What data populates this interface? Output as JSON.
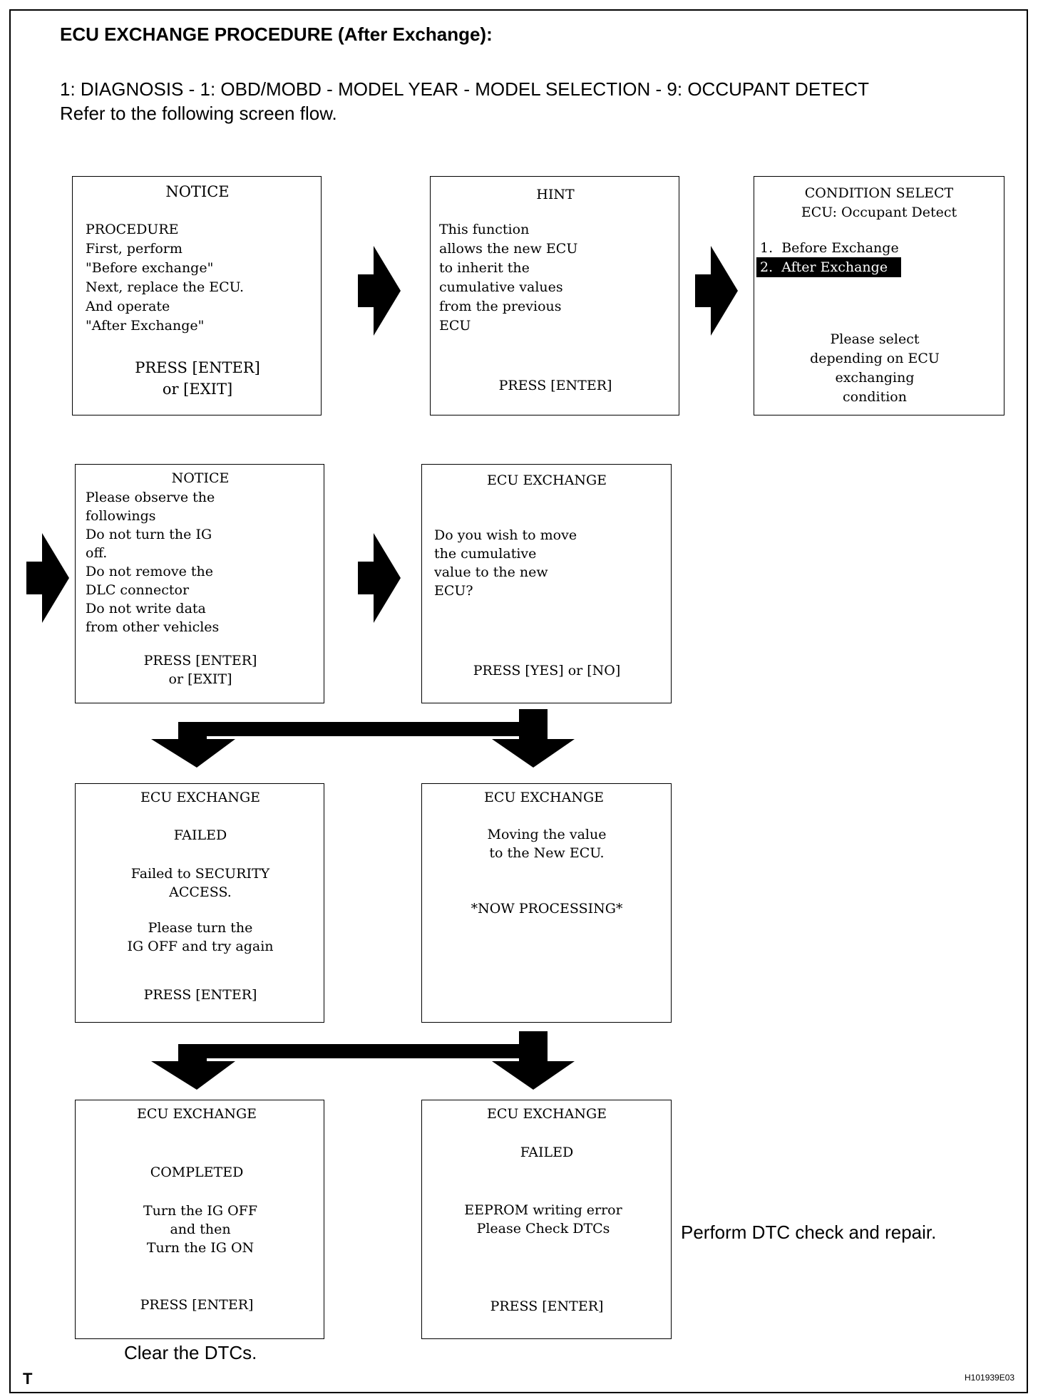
{
  "header": {
    "title": "ECU EXCHANGE PROCEDURE (After Exchange):",
    "path": "1: DIAGNOSIS - 1: OBD/MOBD - MODEL YEAR - MODEL SELECTION - 9: OCCUPANT DETECT",
    "refer": "Refer to the following screen flow."
  },
  "screens": {
    "notice1": {
      "title": "NOTICE",
      "lines": [
        "PROCEDURE",
        "First, perform",
        "\"Before exchange\"",
        "Next, replace the ECU.",
        "And operate",
        "\"After Exchange\""
      ],
      "press1": "PRESS [ENTER]",
      "press2": "or [EXIT]"
    },
    "hint": {
      "title": "HINT",
      "lines": [
        "This function",
        "allows the new ECU",
        "to inherit the",
        "cumulative values",
        "from the previous",
        "ECU"
      ],
      "press": "PRESS [ENTER]"
    },
    "condition": {
      "title1": "CONDITION SELECT",
      "title2": "ECU: Occupant Detect",
      "opt1": "1.  Before Exchange",
      "opt2": "2.  After Exchange",
      "foot": [
        "Please select",
        "depending on ECU",
        "exchanging",
        "condition"
      ]
    },
    "notice2": {
      "title": "NOTICE",
      "lines": [
        "Please observe the",
        "followings",
        "Do not turn the IG",
        "off.",
        "Do not remove the",
        "DLC connector",
        "Do not write data",
        "from other vehicles"
      ],
      "press1": "PRESS [ENTER]",
      "press2": "or [EXIT]"
    },
    "exchange_q": {
      "title": "ECU EXCHANGE",
      "lines": [
        "Do you wish to move",
        "the cumulative",
        "value to the new",
        "ECU?"
      ],
      "press": "PRESS [YES] or [NO]"
    },
    "failed_security": {
      "title": "ECU EXCHANGE",
      "status": "FAILED",
      "msg1": "Failed to SECURITY",
      "msg2": "ACCESS.",
      "msg3": "Please turn the",
      "msg4": "IG OFF and try again",
      "press": "PRESS [ENTER]"
    },
    "processing": {
      "title": "ECU EXCHANGE",
      "msg1": "Moving the value",
      "msg2": "to the New ECU.",
      "msg3": "*NOW PROCESSING*"
    },
    "completed": {
      "title": "ECU EXCHANGE",
      "status": "COMPLETED",
      "msg1": "Turn the IG OFF",
      "msg2": "and then",
      "msg3": "Turn the IG ON",
      "press": "PRESS [ENTER]"
    },
    "failed_eeprom": {
      "title": "ECU EXCHANGE",
      "status": "FAILED",
      "msg1": "EEPROM writing error",
      "msg2": "Please Check DTCs",
      "press": "PRESS [ENTER]"
    }
  },
  "notes": {
    "perform": "Perform DTC check and repair.",
    "clear": "Clear the DTCs."
  },
  "footer": {
    "left": "T",
    "code": "H101939E03"
  }
}
